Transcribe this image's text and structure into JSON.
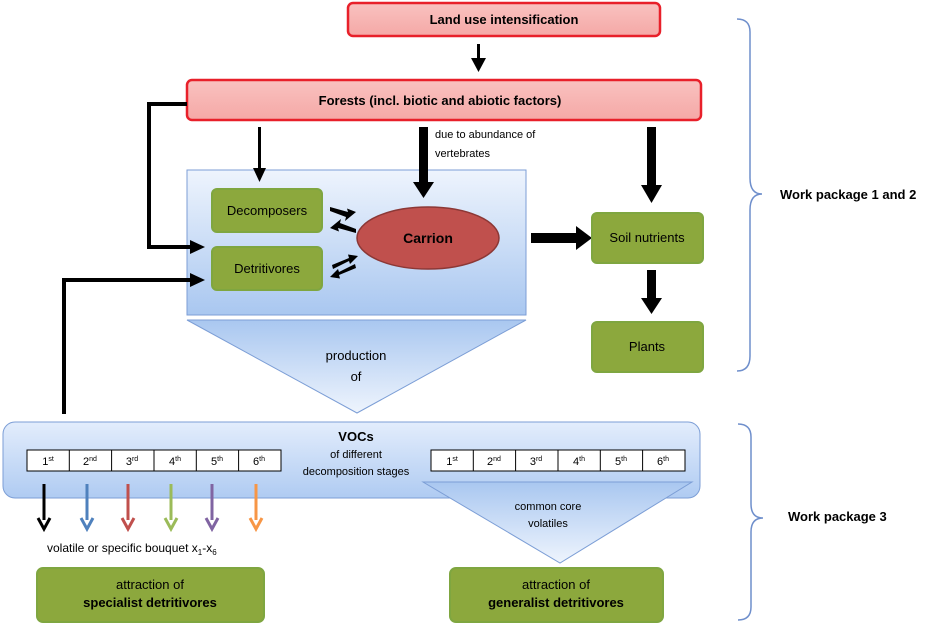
{
  "colors": {
    "red_box_fill": "#F7B0AE",
    "red_box_stroke": "#E8202A",
    "green_box_fill": "#8CA83D",
    "green_box_stroke": "#7FA640",
    "carrion_fill": "#C0504D",
    "blue_fill_top": "#EEF4FD",
    "blue_fill_bottom": "#A9C7F0",
    "blue_stroke": "#7C9ED6",
    "bracket": "#6F8FCC",
    "arrow": "#000000",
    "stage_arrows": [
      "#000000",
      "#4F81BD",
      "#C0504D",
      "#9BBB59",
      "#8064A2",
      "#F79646"
    ]
  },
  "boxes": {
    "land_use": "Land use intensification",
    "forests": "Forests (incl. biotic and abiotic factors)",
    "decomposers": "Decomposers",
    "detritivores": "Detritivores",
    "carrion": "Carrion",
    "soil_nutrients": "Soil nutrients",
    "plants": "Plants"
  },
  "annotations": {
    "vertebrates_line1": "due to abundance of",
    "vertebrates_line2": "vertebrates",
    "production_line1": "production",
    "production_line2": "of",
    "common_line1": "common core",
    "common_line2": "volatiles"
  },
  "vocs": {
    "title": "VOCs",
    "subtitle_line1": "of different",
    "subtitle_line2": "decomposition stages"
  },
  "stages": [
    {
      "num": "1",
      "sup": "st"
    },
    {
      "num": "2",
      "sup": "nd"
    },
    {
      "num": "3",
      "sup": "rd"
    },
    {
      "num": "4",
      "sup": "th"
    },
    {
      "num": "5",
      "sup": "th"
    },
    {
      "num": "6",
      "sup": "th"
    }
  ],
  "bouquet": {
    "text": "volatile or specific bouquet x",
    "sub1": "1",
    "dash": "-x",
    "sub2": "6"
  },
  "attraction": {
    "specialist_line1": "attraction of",
    "specialist_line2": "specialist detritivores",
    "generalist_line1": "attraction of",
    "generalist_line2": "generalist detritivores"
  },
  "work_packages": {
    "wp12": "Work package 1 and 2",
    "wp3": "Work package 3"
  }
}
